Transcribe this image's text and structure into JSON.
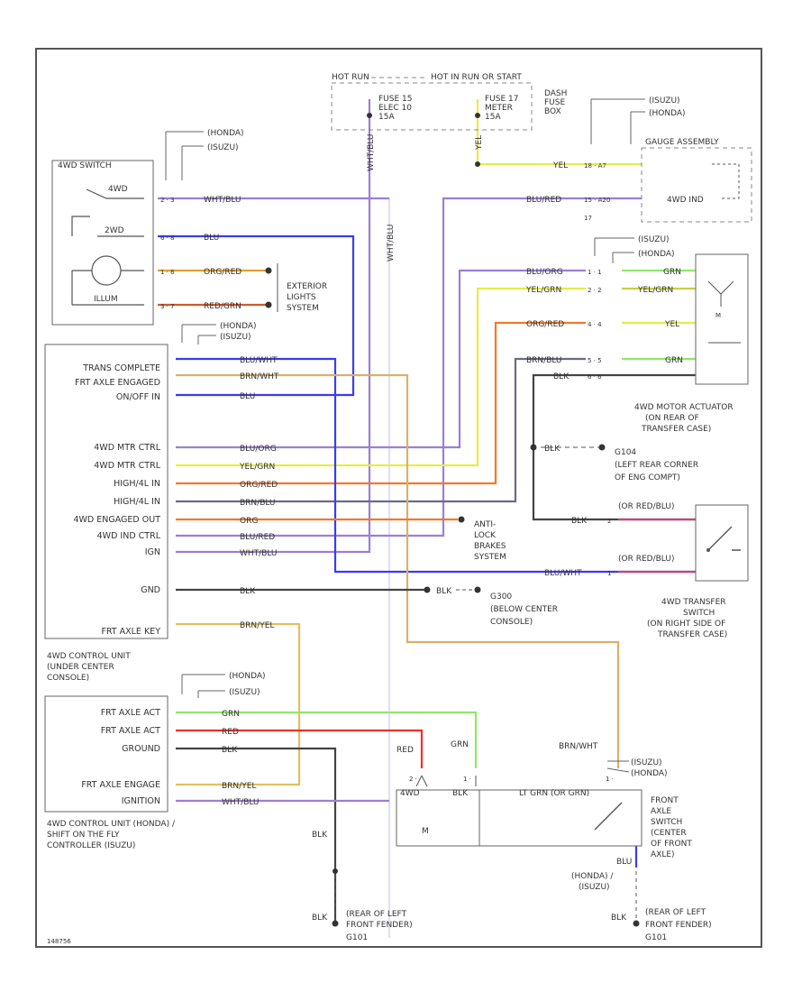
{
  "diagram_id": "148756",
  "power_header": {
    "hot_run": "HOT RUN",
    "hot_start": "HOT IN RUN OR START",
    "fuse15": [
      "FUSE 15",
      "ELEC 10",
      "15A"
    ],
    "fuse17": [
      "FUSE 17",
      "METER",
      "15A"
    ],
    "fuse_box": [
      "DASH",
      "FUSE",
      "BOX"
    ]
  },
  "connector_refs": {
    "switch": [
      "(HONDA)",
      "(ISUZU)"
    ],
    "front_block": [
      "(HONDA)",
      "(ISUZU)"
    ],
    "gauge": [
      "(ISUZU)",
      "(HONDA)"
    ],
    "actuator": [
      "(ISUZU)",
      "(HONDA)"
    ],
    "shift_ctrl": [
      "(HONDA)",
      "(ISUZU)"
    ],
    "front_axle": [
      "(ISUZU)",
      "(HONDA)"
    ]
  },
  "switch_box": {
    "title": "4WD SWITCH",
    "labels": [
      "2WD",
      "4WD",
      "ILLUM"
    ]
  },
  "ext_lights": [
    "EXTERIOR",
    "LIGHTS",
    "SYSTEM"
  ],
  "gauge_box": {
    "title": "GAUGE ASSEMBLY",
    "label": "4WD IND"
  },
  "control_unit": {
    "pins": [
      "TRANS COMPLETE",
      "FRT AXLE ENGAGED",
      "ON/OFF IN",
      "4WD MTR CTRL",
      "4WD MTR CTRL",
      "HIGH/4L IN",
      "HIGH/4L IN",
      "4WD ENGAGED OUT",
      "4WD IND CTRL",
      "IGN",
      "GND",
      "FRT AXLE KEY"
    ],
    "caption": [
      "4WD CONTROL UNIT",
      "(UNDER CENTER",
      "CONSOLE)"
    ]
  },
  "shift_controller": {
    "pins": [
      "FRT AXLE ACT",
      "FRT AXLE ACT",
      "GROUND",
      "FRT AXLE ENGAGE",
      "IGNITION"
    ],
    "caption": [
      "4WD CONTROL UNIT (HONDA) /",
      "SHIFT ON THE FLY",
      "CONTROLLER (ISUZU)"
    ]
  },
  "actuator_caption": [
    "4WD MOTOR ACTUATOR",
    "(ON REAR OF",
    "TRANSFER CASE)"
  ],
  "ground_g104": [
    "G104",
    "(LEFT REAR CORNER",
    "OF ENG COMPT)"
  ],
  "abs": [
    "ANTI-",
    "LOCK",
    "BRAKES",
    "SYSTEM"
  ],
  "ground_g300": [
    "G300",
    "(BELOW CENTER",
    "CONSOLE)"
  ],
  "transfer_switch": {
    "refs": [
      "(OR RED/BLU)",
      "(OR RED/BLU)"
    ],
    "caption": [
      "4WD TRANSFER",
      "SWITCH",
      "(ON RIGHT SIDE OF",
      "TRANSFER CASE)"
    ]
  },
  "front_axle_switch": [
    "FRONT",
    "AXLE",
    "SWITCH",
    "(CENTER",
    "OF FRONT",
    "AXLE)"
  ],
  "actuator_pins": {
    "left": "4WD",
    "mid": "BLK",
    "right": "LT GRN (OR GRN)",
    "motor": "M"
  },
  "grounds": {
    "wire1": "BLK",
    "wire2": "BLK",
    "left_ground": [
      "(REAR OF LEFT",
      "FRONT FENDER)",
      "G101"
    ],
    "right_ground": [
      "(REAR OF LEFT",
      "FRONT FENDER)",
      "G101"
    ],
    "right_ref": [
      "(HONDA) /",
      "(ISUZU)"
    ]
  },
  "wire_labels": {
    "wht_blu": "WHT/BLU",
    "blu": "BLU",
    "org_red": "ORG/RED",
    "red_grn": "RED/GRN",
    "yel": "YEL",
    "blu_red": "BLU/RED",
    "blu_org": "BLU/ORG",
    "yel_grn": "YEL/GRN",
    "grn": "GRN",
    "org_red2": "ORG/RED",
    "yel2": "YEL",
    "brn_blu": "BRN/BLU",
    "blk": "BLK",
    "grn2": "GRN",
    "blk2": "BLK",
    "blu_wht": "BLU/WHT",
    "brn_wht": "BRN/WHT",
    "blk3": "BLK",
    "blu_org2": "BLU/ORG",
    "yel_grn2": "YEL/GRN",
    "org_red3": "ORG/RED",
    "brn_blu2": "BRN/BLU",
    "org": "ORG",
    "blu_red2": "BLU/RED",
    "wht_blu2": "WHT/BLU",
    "blk4": "BLK",
    "blk5": "BLK",
    "brn_yel": "BRN/YEL",
    "blu_wht2": "BLU/WHT",
    "grn3": "GRN",
    "red": "RED",
    "blk6": "BLK",
    "brn_yel2": "BRN/YEL",
    "wht_blu3": "WHT/BLU",
    "red2": "RED",
    "grn4": "GRN",
    "brn_wht2": "BRN/WHT",
    "wht_blu_v": "WHT/BLU",
    "wht_blu_v2": "WHT/BLU",
    "yel_v": "YEL",
    "blu_v": "BLU"
  },
  "colors": {
    "purple": "#9b7fd6",
    "blue": "#3b3bf0",
    "yellow": "#e6ec48",
    "orange": "#f07a2a",
    "red": "#ef2f2f",
    "green": "#8fe86a",
    "tan": "#d9b06a",
    "dark": "#444444",
    "gray": "#9a9aa8",
    "magenta": "#c04a7a"
  }
}
